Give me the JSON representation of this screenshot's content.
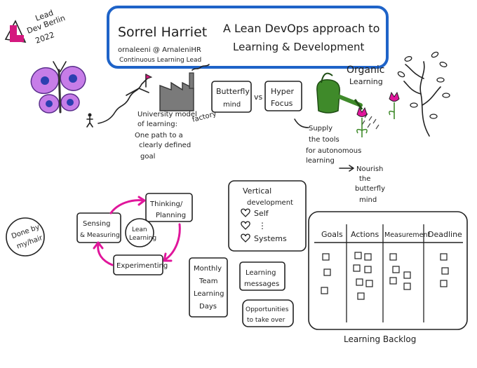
{
  "event": {
    "line1": "Lead",
    "line2": "Dev Berlin",
    "line3": "2022"
  },
  "header": {
    "speaker": "Sorrel Harriet",
    "handles": "ornaleeni @ ArnaleniHR",
    "role": "Continuous Learning Lead",
    "title_line1": "A Lean DevOps approach to",
    "title_line2": "Learning & Development"
  },
  "university": {
    "line1": "University model",
    "line2": "of learning:",
    "line3": "One path to a",
    "line4": "clearly defined",
    "line5": "goal"
  },
  "factory_label": "factory",
  "butterfly_mind": {
    "line1": "Butterfly",
    "line2": "mind"
  },
  "vs_label": "vs",
  "hyper_focus": {
    "line1": "Hyper",
    "line2": "Focus"
  },
  "organic": {
    "line1": "Organic",
    "line2": "Learning"
  },
  "supply": {
    "line1": "Supply",
    "line2": "the tools",
    "line3": "for autonomous",
    "line4": "learning"
  },
  "nourish": {
    "line1": "Nourish",
    "line2": "the",
    "line3": "butterfly",
    "line4": "mind"
  },
  "cycle": {
    "thinking_line1": "Thinking/",
    "thinking_line2": "Planning",
    "sensing_line1": "Sensing",
    "sensing_line2": "& Measuring",
    "lean_line1": "Lean",
    "lean_line2": "Learning",
    "experimenting": "Experimenting"
  },
  "vertical": {
    "title_line1": "Vertical",
    "title_line2": "development",
    "item1": "Self",
    "dots": "⋮",
    "item2": "Systems"
  },
  "done_by": {
    "line1": "Done by",
    "line2": "my/hair"
  },
  "monthly": {
    "line1": "Monthly",
    "line2": "Team",
    "line3": "Learning",
    "line4": "Days"
  },
  "learning_messages": {
    "line1": "Learning",
    "line2": "messages"
  },
  "opportunities": {
    "line1": "Opportunities",
    "line2": "to take over"
  },
  "backlog": {
    "columns": [
      "Goals",
      "Actions",
      "Measurement",
      "Deadline"
    ],
    "label": "Learning Backlog"
  },
  "colors": {
    "blue_frame": "#1e63c8",
    "magenta": "#e0169b",
    "green": "#3f8a2a",
    "purple": "#6a3fa8",
    "ink": "#1f1f1f"
  }
}
